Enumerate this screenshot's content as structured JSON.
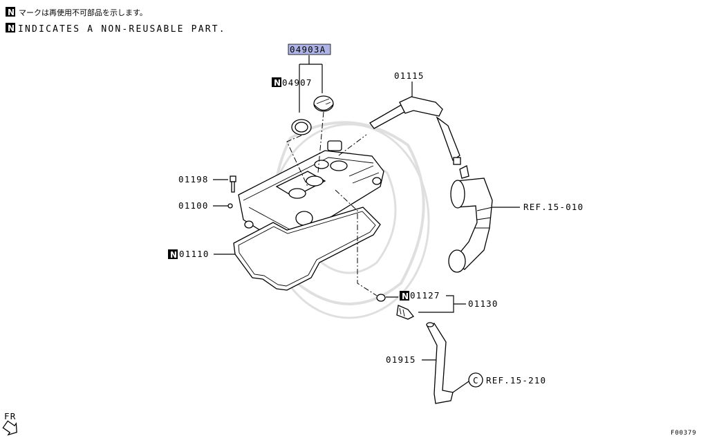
{
  "legend": {
    "badge": "N",
    "line_ja": "マークは再使用不可部品を示します。",
    "line_en": "INDICATES A NON-REUSABLE PART."
  },
  "parts": {
    "p04903A": "04903A",
    "p04907": "04907",
    "p01115": "01115",
    "p01198": "01198",
    "p01100": "01100",
    "p01110": "01110",
    "p01127": "01127",
    "p01130": "01130",
    "p01915": "01915"
  },
  "refs": {
    "ref_15_010": "REF.15-010",
    "ref_15_210": "REF.15-210",
    "ref_c_badge": "C"
  },
  "footer": {
    "direction": "FR",
    "figure_id": "F00379"
  },
  "colors": {
    "highlight": "#aeb4e6",
    "ink": "#000000"
  },
  "icons": [
    "direction-arrow-icon",
    "non-reusable-badge-icon"
  ]
}
